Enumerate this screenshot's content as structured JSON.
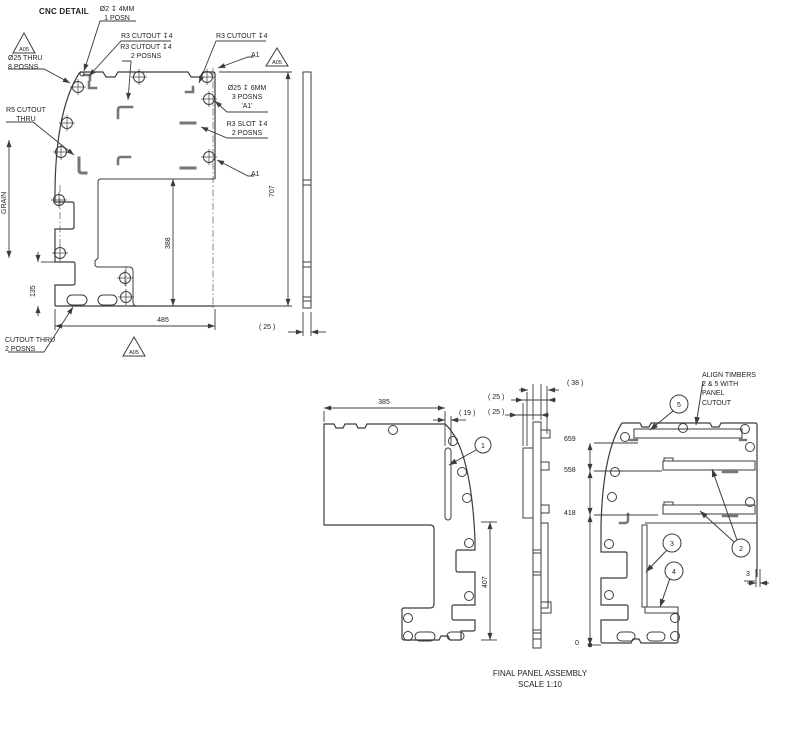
{
  "cnc": {
    "title": "CNC DETAIL",
    "flag": "A05",
    "callouts": {
      "hole2": "Ø2 ↧ 4MM\n1 POSN",
      "r3_top": "R3 CUTOUT ↧4",
      "r3_two": "R3 CUTOUT ↧4\n2 POSNS",
      "r3_right": "R3 CUTOUT ↧4",
      "a1_top": "A1",
      "a1_bot": "A1",
      "d25_thru": "Ø25 THRU\n8 POSNS",
      "r5": "R5 CUTOUT\nTHRU",
      "d25_6": "Ø25 ↧ 6MM\n3 POSNS\n'A1'",
      "r3_slot": "R3 SLOT ↧4\n2 POSNS",
      "cutout_thru": "CUTOUT THRU\n2 POSNS",
      "grain": "GRAIN"
    },
    "dims": {
      "h": "707",
      "w": "485",
      "pocket": "388",
      "notch": "135",
      "thk": "( 25 )"
    }
  },
  "asm": {
    "caption": "FINAL PANEL ASSEMBLY\nSCALE 1:10",
    "note": "ALIGN TIMBERS\n2 & 5 WITH\nPANEL\nCUTOUT",
    "balloons": {
      "b1": "1",
      "b2": "2",
      "b3": "3",
      "b4": "4",
      "b5": "5"
    },
    "dims": {
      "w": "385",
      "d19": "( 19 )",
      "d25a": "( 25 )",
      "d25b": "( 25 )",
      "d38": "( 38 )",
      "h659": "659",
      "h558": "558",
      "h418": "418",
      "h0": "0",
      "cutout_h": "407",
      "gap": "3"
    }
  }
}
